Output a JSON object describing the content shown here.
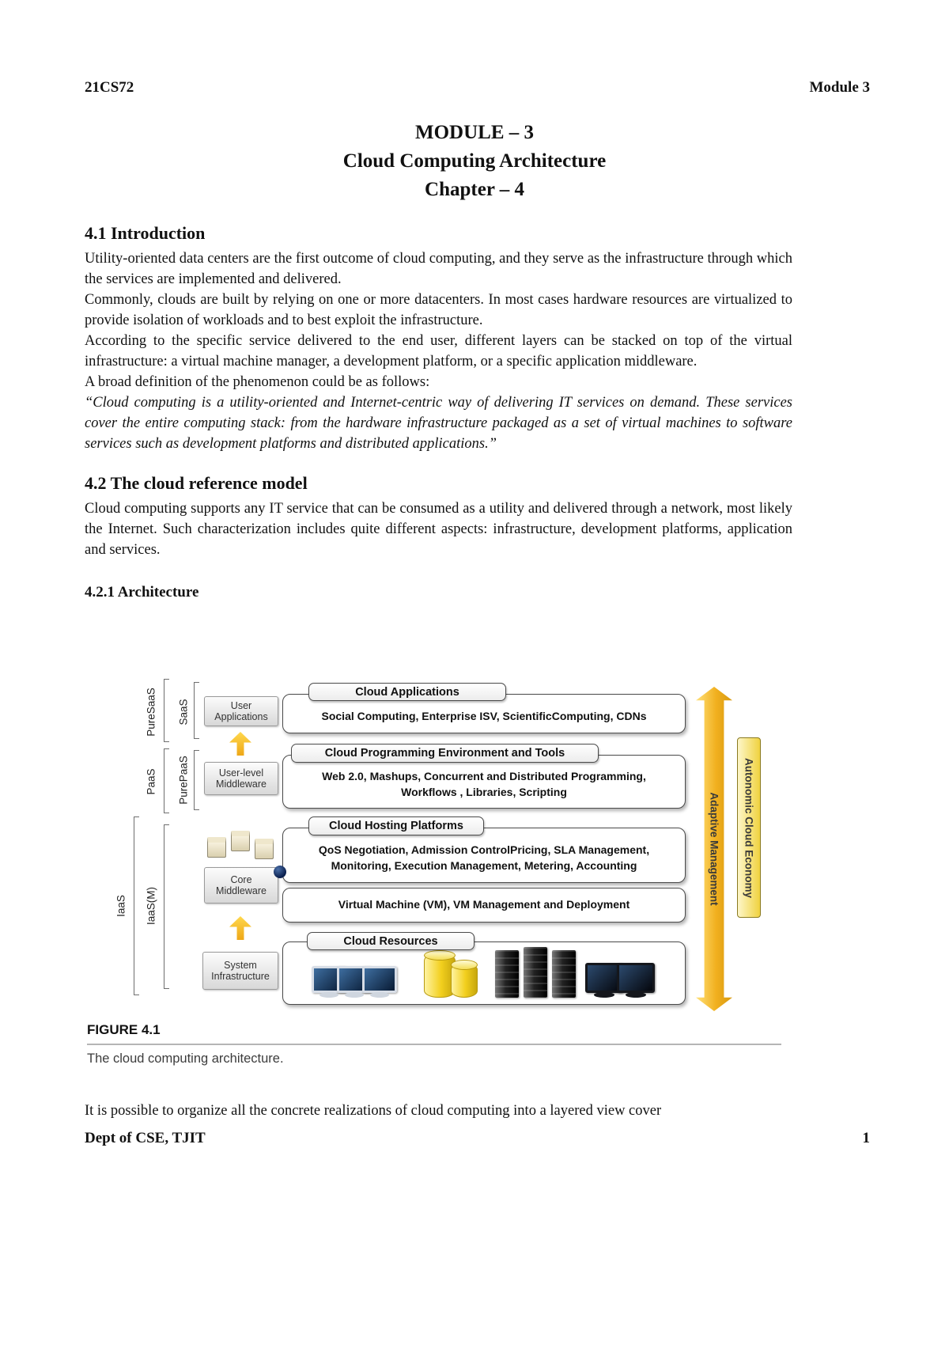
{
  "header": {
    "left": "21CS72",
    "right": "Module 3"
  },
  "title": {
    "line1": "MODULE – 3",
    "line2": "Cloud Computing Architecture",
    "line3": "Chapter – 4"
  },
  "sections": {
    "intro": {
      "heading": "4.1 Introduction",
      "p1": "Utility-oriented data centers are the first outcome of cloud computing, and they serve as the infrastructure through which the services are implemented and delivered.",
      "p2": "Commonly, clouds are built by relying on one or more datacenters. In most cases hardware resources are virtualized to provide isolation of workloads and to best exploit the infrastructure.",
      "p3": "According to the specific service delivered to the end user, different layers can be stacked on top of the virtual infrastructure: a virtual machine manager, a development platform, or a specific application middleware.",
      "p4": "A broad definition of the phenomenon could be as follows:",
      "quote": "“Cloud computing is a utility-oriented and Internet-centric way of delivering IT services on demand. These services cover the entire computing stack: from the hardware infrastructure packaged as a set of virtual machines to software services such as development platforms and distributed applications.”"
    },
    "reference": {
      "heading": "4.2 The cloud reference model",
      "p1": "Cloud computing supports any IT service that can be consumed as a utility and delivered through a network, most likely the Internet. Such characterization includes quite different aspects: infrastructure, development platforms, application and services.",
      "subheading": "4.2.1 Architecture"
    },
    "closing": "It is possible to organize all the concrete realizations of cloud computing into a layered view cover"
  },
  "figure": {
    "label": "FIGURE 4.1",
    "caption": "The cloud computing architecture.",
    "axis": {
      "pure_saas": "PureSaaS",
      "saas": "SaaS",
      "paas": "PaaS",
      "pure_paas": "PurePaaS",
      "iaas": "IaaS",
      "iaas_m": "IaaS(M)"
    },
    "left_column": [
      "User Applications",
      "User-level Middleware",
      "Core Middleware",
      "System Infrastructure"
    ],
    "layers": [
      {
        "header": "Cloud Applications",
        "body": "Social Computing, Enterprise ISV, ScientificComputing, CDNs"
      },
      {
        "header": "Cloud Programming Environment and Tools",
        "body": "Web 2.0, Mashups, Concurrent and Distributed Programming, Workflows , Libraries, Scripting"
      },
      {
        "header": "Cloud Hosting Platforms",
        "body": "QoS Negotiation, Admission ControlPricing, SLA Management, Monitoring, Execution Management, Metering, Accounting"
      },
      {
        "body": "Virtual Machine (VM), VM Management and Deployment"
      },
      {
        "header": "Cloud Resources"
      }
    ],
    "right_labels": {
      "adaptive": "Adaptive Management",
      "autonomic": "Autonomic Cloud Economy"
    }
  },
  "footer": {
    "left": "Dept of CSE, TJIT",
    "page": "1"
  }
}
